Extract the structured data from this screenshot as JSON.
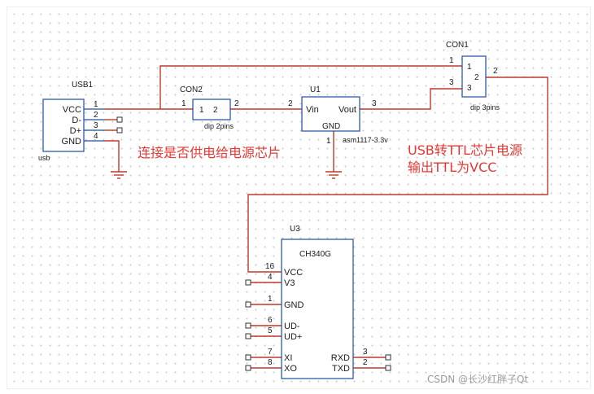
{
  "usb1": {
    "ref": "USB1",
    "pins": [
      "VCC",
      "D-",
      "D+",
      "GND"
    ],
    "pin_numbers": [
      "1",
      "2",
      "3",
      "4"
    ],
    "footprint": "usb"
  },
  "con2": {
    "ref": "CON2",
    "inner_pins": [
      "1",
      "2"
    ],
    "left_pin": "1",
    "right_pin": "2",
    "footprint": "dip 2pins"
  },
  "u1": {
    "ref": "U1",
    "vin": "Vin",
    "vout": "Vout",
    "gnd": "GND",
    "pin_vin": "2",
    "pin_vout": "3",
    "pin_gnd": "1",
    "part": "asm1117-3.3v"
  },
  "con1": {
    "ref": "CON1",
    "inner_pins": [
      "1",
      "2",
      "3"
    ],
    "outer_pins": [
      "1",
      "2",
      "3"
    ],
    "footprint": "dip 3pins"
  },
  "u3": {
    "ref": "U3",
    "part": "CH340G",
    "left_pins": [
      {
        "num": "16",
        "name": "VCC"
      },
      {
        "num": "4",
        "name": "V3"
      },
      {
        "num": "1",
        "name": "GND"
      },
      {
        "num": "6",
        "name": "UD-"
      },
      {
        "num": "5",
        "name": "UD+"
      },
      {
        "num": "7",
        "name": "XI"
      },
      {
        "num": "8",
        "name": "XO"
      }
    ],
    "right_pins": [
      {
        "num": "3",
        "name": "RXD"
      },
      {
        "num": "2",
        "name": "TXD"
      }
    ]
  },
  "annotations": {
    "con2_note": "连接是否供电给电源芯片",
    "con1_note_line1": "USB转TTL芯片电源",
    "con1_note_line2": "输出TTL为VCC"
  },
  "watermark": "CSDN @长沙红胖子Qt",
  "colors": {
    "wire": "#c0392b",
    "outline": "#1f4e9c",
    "note": "#e53935",
    "text": "#1a1a1a"
  }
}
